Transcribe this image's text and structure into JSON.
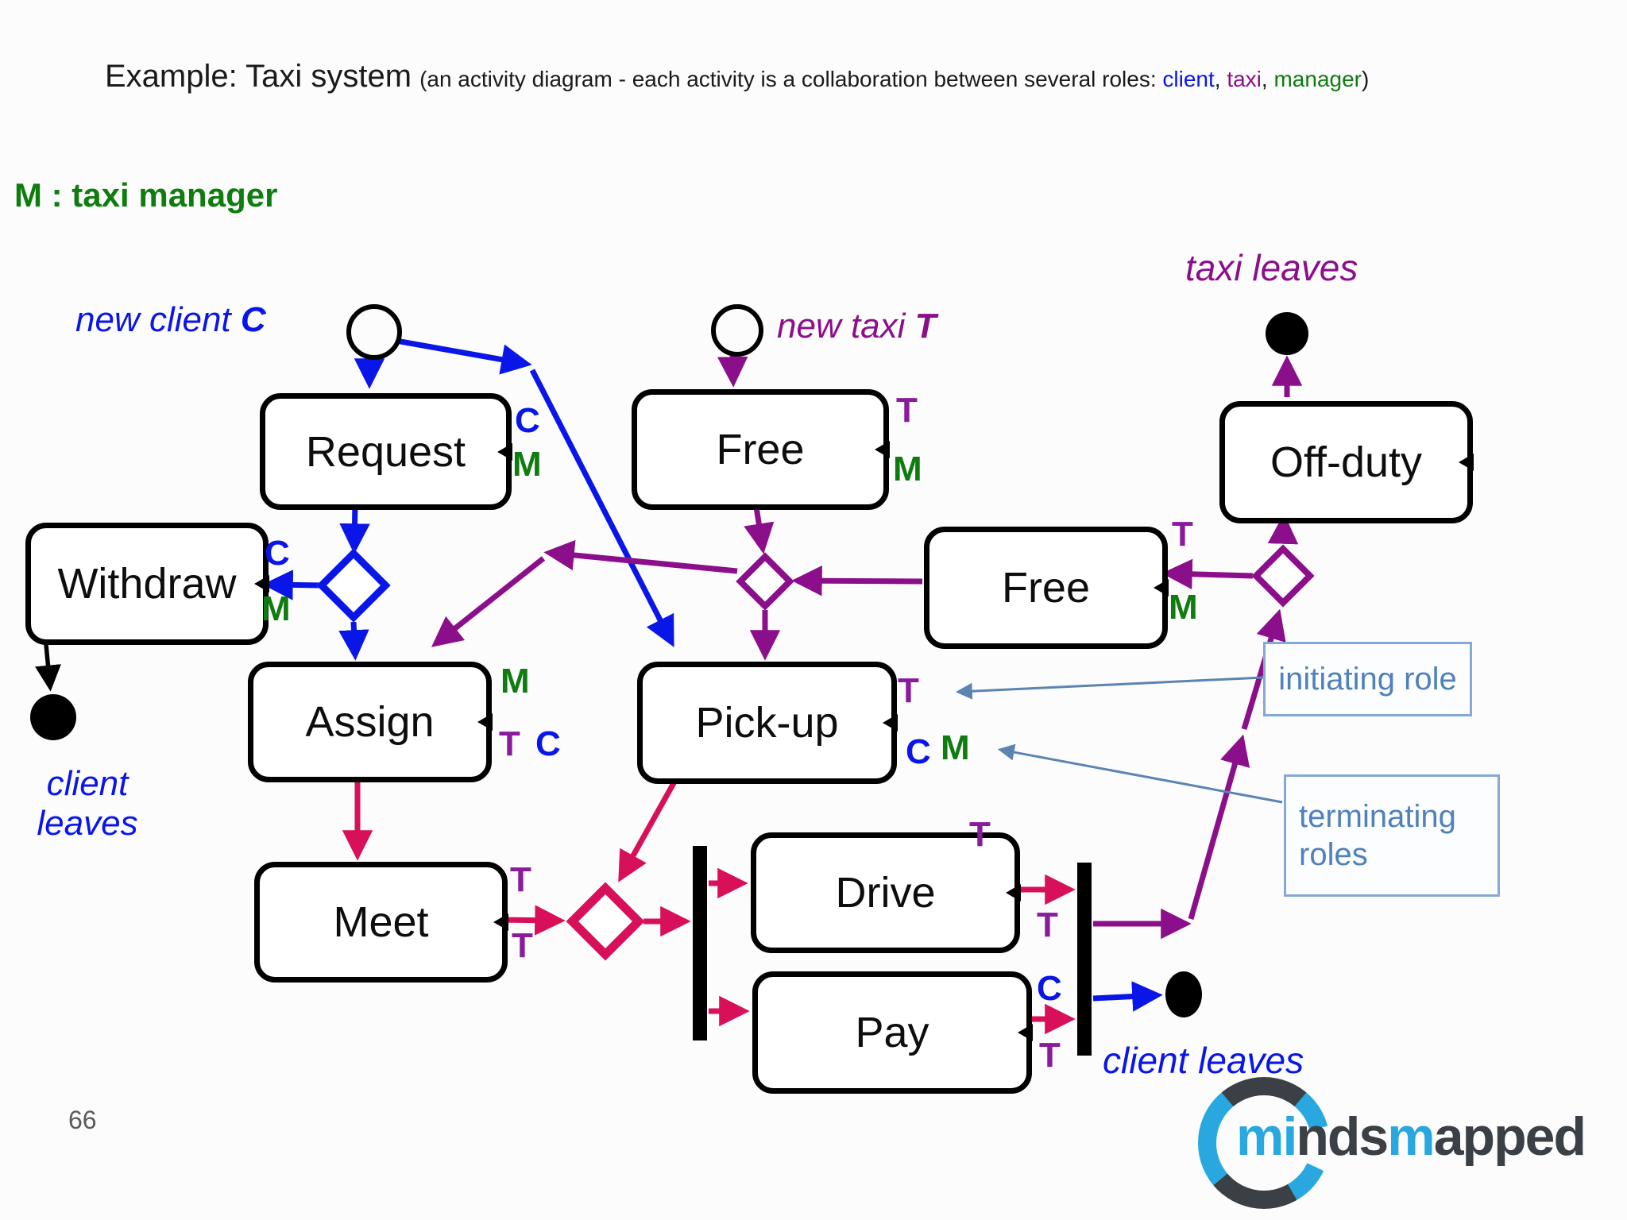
{
  "title": {
    "main": "Example: Taxi system",
    "sub_pre": "(an activity diagram - each activity is a collaboration between several roles: ",
    "client": "client",
    "comma1": ", ",
    "taxi": "taxi",
    "comma2": ", ",
    "manager": "manager",
    "close": ")"
  },
  "annotations": {
    "manager_legend": "M : taxi manager",
    "new_client_prefix": "new client ",
    "new_client_letter": "C",
    "new_taxi_prefix": "new taxi ",
    "new_taxi_letter": "T",
    "taxi_leaves": "taxi leaves",
    "client_leaves_left_line1": "client",
    "client_leaves_left_line2": "leaves",
    "client_leaves_bottom": "client leaves"
  },
  "nodes": {
    "request": {
      "label": "Request"
    },
    "free_top": {
      "label": "Free"
    },
    "off_duty": {
      "label": "Off-duty"
    },
    "withdraw": {
      "label": "Withdraw"
    },
    "free_right": {
      "label": "Free"
    },
    "assign": {
      "label": "Assign"
    },
    "pickup": {
      "label": "Pick-up"
    },
    "meet": {
      "label": "Meet"
    },
    "drive": {
      "label": "Drive"
    },
    "pay": {
      "label": "Pay"
    }
  },
  "role_labels": {
    "request_c": "C",
    "request_m": "M",
    "freetop_t": "T",
    "freetop_m": "M",
    "withdraw_c": "C",
    "withdraw_m": "M",
    "freeright_t": "T",
    "freeright_m": "M",
    "assign_m": "M",
    "assign_t": "T",
    "assign_c": "C",
    "pickup_t": "T",
    "pickup_c": "C",
    "pickup_m": "M",
    "meet_t1": "T",
    "meet_t2": "T",
    "drive_t1": "T",
    "drive_t2": "T",
    "pay_c": "C",
    "pay_t": "T"
  },
  "legend": {
    "initiating": "initiating role",
    "terminating": "terminating roles"
  },
  "page_number": "66",
  "logo": {
    "full_text": "mindsmapped",
    "segments": [
      {
        "text": "mi",
        "tone": "blue"
      },
      {
        "text": "nds",
        "tone": "dark"
      },
      {
        "text": "m",
        "tone": "blue"
      },
      {
        "text": "apped",
        "tone": "dark"
      }
    ]
  },
  "colors": {
    "client_blue": "#0a16e8",
    "taxi_purple": "#8b0f8b",
    "taxi_letter_violet": "#8a1b9c",
    "manager_green": "#0f7c10",
    "flow_crimson": "#d81059",
    "legend_steel_blue": "#4f81bb",
    "logo_blue": "#29a8e0",
    "logo_dark": "#3a4045"
  }
}
